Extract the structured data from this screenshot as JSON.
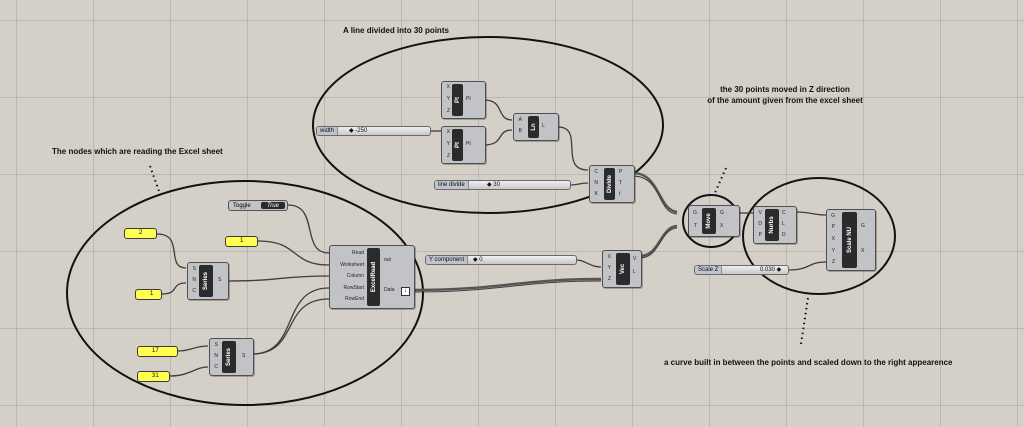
{
  "annotations": {
    "title": "A line divided into 30 points",
    "excel_nodes": "The nodes which are reading the Excel sheet",
    "moved_line1": "the 30 points moved in Z direction",
    "moved_line2": "of the amount given from the excel sheet",
    "curve_note": "a curve built in between the points and scaled down to the right appearence"
  },
  "inputs": {
    "toggle": {
      "label": "Toggle",
      "value": "True"
    },
    "panel_2": "2",
    "panel_1a": "1",
    "panel_1b": "1",
    "panel_17": "17",
    "panel_31": "31",
    "width": {
      "label": "width",
      "value": "◆ -250"
    },
    "line_divide": {
      "label": "line divide",
      "value": "◆ 30"
    },
    "y_component": {
      "label": "Y component",
      "value": "◆ 0"
    },
    "scale_z": {
      "label": "Scale Z",
      "value": "0.030 ◆"
    }
  },
  "components": {
    "pt1": {
      "name": "Pt",
      "inputs": [
        "X",
        "Y",
        "Z"
      ],
      "outputs": [
        "Pt"
      ]
    },
    "pt2": {
      "name": "Pt",
      "inputs": [
        "X",
        "Y",
        "Z"
      ],
      "outputs": [
        "Pt"
      ]
    },
    "ln": {
      "name": "Ln",
      "inputs": [
        "A",
        "B"
      ],
      "outputs": [
        "L"
      ]
    },
    "divide": {
      "name": "Divide",
      "inputs": [
        "C",
        "N",
        "K"
      ],
      "outputs": [
        "P",
        "T",
        "t"
      ]
    },
    "move": {
      "name": "Move",
      "inputs": [
        "G",
        "T"
      ],
      "outputs": [
        "G",
        "X"
      ]
    },
    "nurbs": {
      "name": "Nurbs",
      "inputs": [
        "V",
        "D",
        "P"
      ],
      "outputs": [
        "C",
        "L",
        "D"
      ]
    },
    "scale_nu": {
      "name": "Scale NU",
      "inputs": [
        "G",
        "P",
        "X",
        "Y",
        "Z"
      ],
      "outputs": [
        "G",
        "X"
      ]
    },
    "series1": {
      "name": "Series",
      "inputs": [
        "S",
        "N",
        "C"
      ],
      "outputs": [
        "S"
      ]
    },
    "series2": {
      "name": "Series",
      "inputs": [
        "S",
        "N",
        "C"
      ],
      "outputs": [
        "S"
      ]
    },
    "excel_read": {
      "name": "ExcelRead",
      "inputs": [
        "Read",
        "Worksheet",
        "Column",
        "RowStart",
        "RowEnd"
      ],
      "outputs": [
        "out",
        "Data"
      ]
    },
    "vec": {
      "name": "Vec",
      "inputs": [
        "X",
        "Y",
        "Z"
      ],
      "outputs": [
        "V",
        "L"
      ]
    }
  }
}
